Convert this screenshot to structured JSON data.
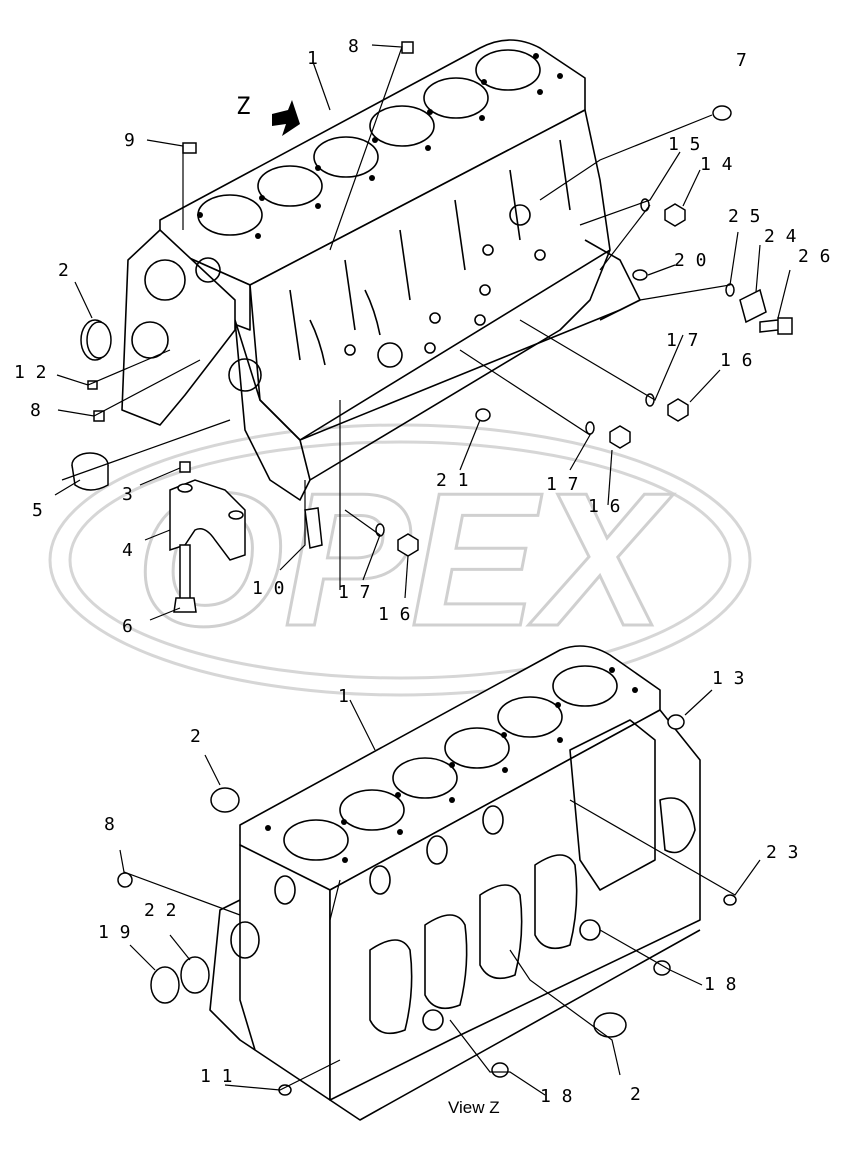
{
  "diagram": {
    "view_marker": "Z",
    "view_caption": "View Z",
    "watermark": "OPEX",
    "labels": {
      "l1a": "1",
      "l1b": "1",
      "l2a": "2",
      "l2b": "2",
      "l2c": "2",
      "l3": "3",
      "l4": "4",
      "l5": "5",
      "l6": "6",
      "l7": "7",
      "l8a": "8",
      "l8b": "8",
      "l8c": "8",
      "l9": "9",
      "l10": "1 0",
      "l11": "1 1",
      "l12": "1 2",
      "l13": "1 3",
      "l14": "1 4",
      "l15": "1 5",
      "l16a": "1 6",
      "l16b": "1 6",
      "l16c": "1 6",
      "l17a": "1 7",
      "l17b": "1 7",
      "l17c": "1 7",
      "l18a": "1 8",
      "l18b": "1 8",
      "l19": "1 9",
      "l20": "2 0",
      "l21": "2 1",
      "l22": "2 2",
      "l23": "2 3",
      "l24": "2 4",
      "l25": "2 5",
      "l26": "2 6"
    }
  }
}
